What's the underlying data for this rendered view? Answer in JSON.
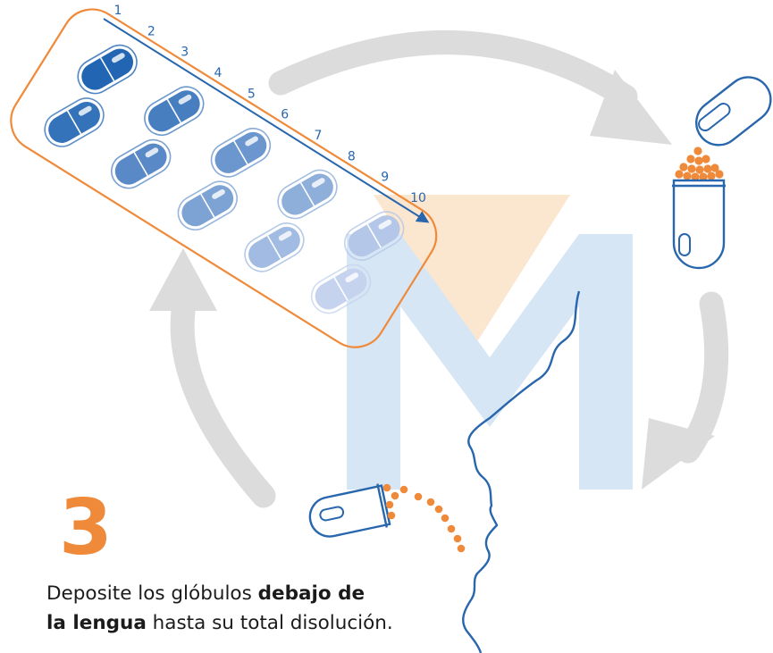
{
  "step": {
    "number": "3"
  },
  "instruction": {
    "part1": "Deposite los glóbulos ",
    "bold1": "debajo de",
    "bold2": "la lengua",
    "part2": " hasta su total disolución."
  },
  "blister": {
    "tick_labels": [
      "1",
      "2",
      "3",
      "4",
      "5",
      "6",
      "7",
      "8",
      "9",
      "10"
    ],
    "capsule_count": 10
  },
  "colors": {
    "accent_orange": "#ef8a3a",
    "capsule_dark": "#2266b3",
    "capsule_light": "#c6d3ef",
    "line_blue": "#2866ad",
    "arrow_gray": "#dcdcdc",
    "watermark_blue": "#d7e6f4",
    "watermark_orange": "#fbe6d0"
  },
  "icons": [
    "cycle-arrows-icon",
    "capsule-blister-icon",
    "vial-cap-icon",
    "vial-globules-icon",
    "vial-pouring-icon",
    "face-profile-icon",
    "watermark-logo-icon"
  ]
}
